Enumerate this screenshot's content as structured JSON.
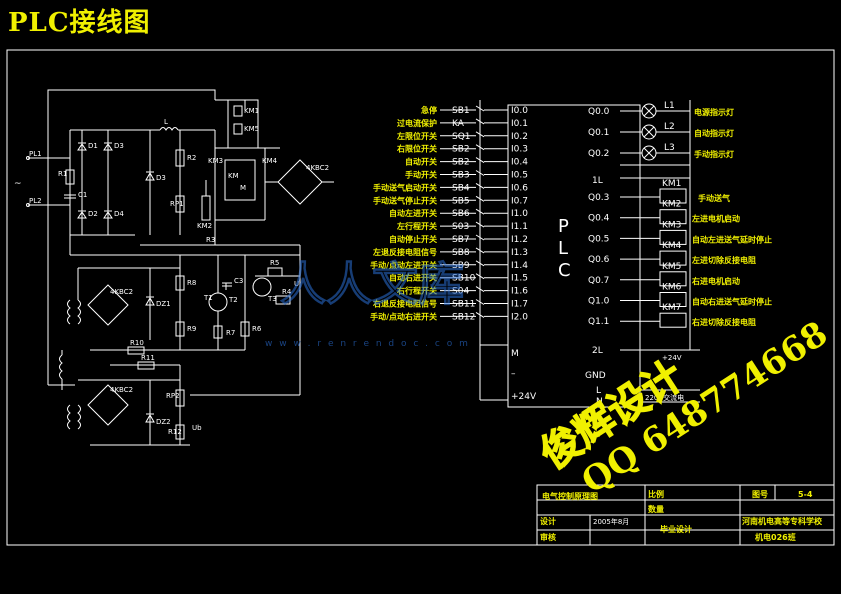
{
  "title": "PLC接线图",
  "plc": {
    "label": "PLC",
    "inputs": [
      {
        "label": "急停",
        "sw": "SB1",
        "addr": "I0.0"
      },
      {
        "label": "过电流保护",
        "sw": "KA",
        "addr": "I0.1"
      },
      {
        "label": "左限位开关",
        "sw": "SQ1",
        "addr": "I0.2"
      },
      {
        "label": "右限位开关",
        "sw": "SB2",
        "addr": "I0.3"
      },
      {
        "label": "自动开关",
        "sw": "SB2",
        "addr": "I0.4"
      },
      {
        "label": "手动开关",
        "sw": "SB3",
        "addr": "I0.5"
      },
      {
        "label": "手动送气启动开关",
        "sw": "SB4",
        "addr": "I0.6"
      },
      {
        "label": "手动送气停止开关",
        "sw": "SB5",
        "addr": "I0.7"
      },
      {
        "label": "自动左进开关",
        "sw": "SB6",
        "addr": "I1.0"
      },
      {
        "label": "左行程开关",
        "sw": "S03",
        "addr": "I1.1"
      },
      {
        "label": "自动停止开关",
        "sw": "SB7",
        "addr": "I1.2"
      },
      {
        "label": "左退反接电阻信号",
        "sw": "SB8",
        "addr": "I1.3"
      },
      {
        "label": "手动/点动左进开关",
        "sw": "SB9",
        "addr": "I1.4"
      },
      {
        "label": "自动右进开关",
        "sw": "SB10",
        "addr": "I1.5"
      },
      {
        "label": "右行程开关",
        "sw": "S04",
        "addr": "I1.6"
      },
      {
        "label": "右退反接电阻信号",
        "sw": "SB11",
        "addr": "I1.7"
      },
      {
        "label": "手动/点动右进开关",
        "sw": "SB12",
        "addr": "I2.0"
      }
    ],
    "outputs_lamp": [
      {
        "addr": "Q0.0",
        "dev": "L1",
        "label": "电源指示灯"
      },
      {
        "addr": "Q0.1",
        "dev": "L2",
        "label": "自动指示灯"
      },
      {
        "addr": "Q0.2",
        "dev": "L3",
        "label": "手动指示灯"
      }
    ],
    "outputs_relay": [
      {
        "addr": "Q0.3",
        "dev": "KM1",
        "label": "手动送气"
      },
      {
        "addr": "Q0.4",
        "dev": "KM2",
        "label": "左进电机启动"
      },
      {
        "addr": "Q0.5",
        "dev": "KM3",
        "label": "自动左进送气延时停止"
      },
      {
        "addr": "Q0.6",
        "dev": "KM4",
        "label": "左进切除反接电阻"
      },
      {
        "addr": "Q0.7",
        "dev": "KM5",
        "label": "右进电机启动"
      },
      {
        "addr": "Q1.0",
        "dev": "KM6",
        "label": "自动右进送气延时停止"
      },
      {
        "addr": "Q1.1",
        "dev": "KM7",
        "label": "右进切除反接电阻"
      }
    ],
    "terminals": {
      "l1": "1L",
      "l2": "2L",
      "m": "M",
      "minus": "–",
      "p24": "+24V",
      "gnd": "GND",
      "l": "L",
      "n": "N",
      "p24v": "+24V",
      "ac": "220V交流电"
    }
  },
  "left_circuit": {
    "pl1": "PL1",
    "pl2": "PL2",
    "ac": "~",
    "c1": "C1",
    "r1": "R1",
    "d1": "D1",
    "d2": "D2",
    "d3": "D3",
    "d4": "D4",
    "l": "L",
    "r2": "R2",
    "rp1": "RP1",
    "km1": "KM1",
    "km2": "KM2",
    "km3": "KM3",
    "km4": "KM4",
    "km5": "KM5",
    "km": "KM",
    "kmm": "KM",
    "r3": "R3",
    "bridge": "4KBC2",
    "b1": "4KBC2",
    "b2": "4KBC2",
    "r5": "R5",
    "r6": "R6",
    "r7": "R7",
    "r8": "R8",
    "r9": "R9",
    "r10": "R10",
    "r11": "R11",
    "t1": "T1",
    "t2": "T2",
    "t3": "T3",
    "c3": "C3",
    "dz1": "DZ1",
    "dz2": "DZ2",
    "rp2": "RP2",
    "r12": "R12",
    "u": "U",
    "ub": "Ub",
    "m": "M"
  },
  "watermark": {
    "main": "人人文库",
    "url": "w w w . r e n r e n d o c . c o m"
  },
  "stamp": {
    "line1": "俊辉设计",
    "line2": "QQ 648774668"
  },
  "titleblock": {
    "drawing": "电气控制原理图",
    "scale": "比例",
    "qty": "数量",
    "figno": "图号",
    "figval": "5-4",
    "design": "设计",
    "check": "审核",
    "date": "2005年8月",
    "project": "毕业设计",
    "school": "河南机电高等专科学校",
    "cls": "机电026班"
  },
  "colors": {
    "bg": "#000000",
    "line": "#ffffff",
    "title": "#f0f000",
    "watermark": "#2a6fd6"
  }
}
